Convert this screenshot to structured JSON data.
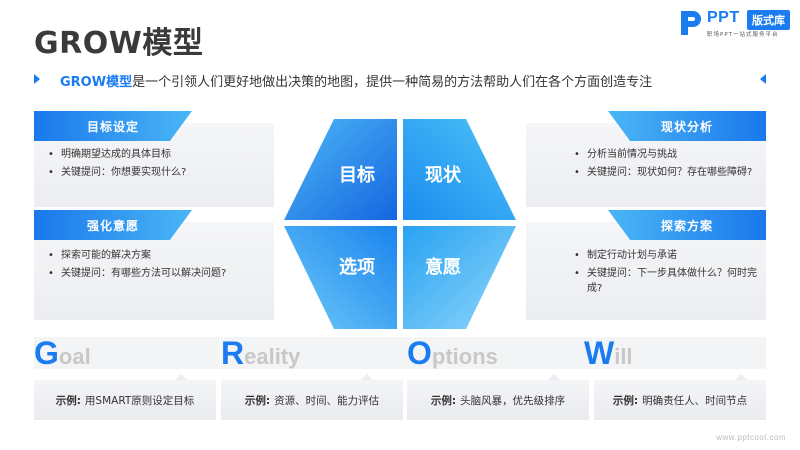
{
  "title": "GROW模型",
  "logo": {
    "brand": "PPT",
    "tag": "版式库",
    "sub": "职场PPT一站式服务平台"
  },
  "intro": {
    "highlight": "GROW模型",
    "text": "是一个引领人们更好地做出决策的地图，提供一种简易的方法帮助人们在各个方面创造专注"
  },
  "sections": {
    "goal_setting": {
      "label": "目标设定",
      "items": [
        "明确期望达成的具体目标",
        "关键提问：你想要实现什么?"
      ]
    },
    "reality_analysis": {
      "label": "现状分析",
      "items": [
        "分析当前情况与挑战",
        "关键提问：现状如何？存在哪些障碍?"
      ]
    },
    "options_strengthen": {
      "label": "强化意愿",
      "items": [
        "探索可能的解决方案",
        "关键提问：有哪些方法可以解决问题?"
      ]
    },
    "will_explore": {
      "label": "探索方案",
      "items": [
        "制定行动计划与承诺",
        "关键提问：下一步具体做什么？何时完成?"
      ]
    }
  },
  "hexagon": {
    "top_left": "目标",
    "top_right": "现状",
    "bottom_left": "选项",
    "bottom_right": "意愿"
  },
  "grow_words": [
    {
      "first": "G",
      "rest": "oal"
    },
    {
      "first": "R",
      "rest": "eality"
    },
    {
      "first": "O",
      "rest": "ptions"
    },
    {
      "first": "W",
      "rest": "ill"
    }
  ],
  "examples": {
    "label": "示例:",
    "items": [
      "用SMART原则设定目标",
      "资源、时间、能力评估",
      "头脑风暴，优先级排序",
      "明确责任人、时间节点"
    ]
  },
  "footer": "www.pptcool.com",
  "colors": {
    "accent": "#1a7cf0",
    "light_accent": "#4ab6f5",
    "word_gray": "#c8c8c8"
  }
}
